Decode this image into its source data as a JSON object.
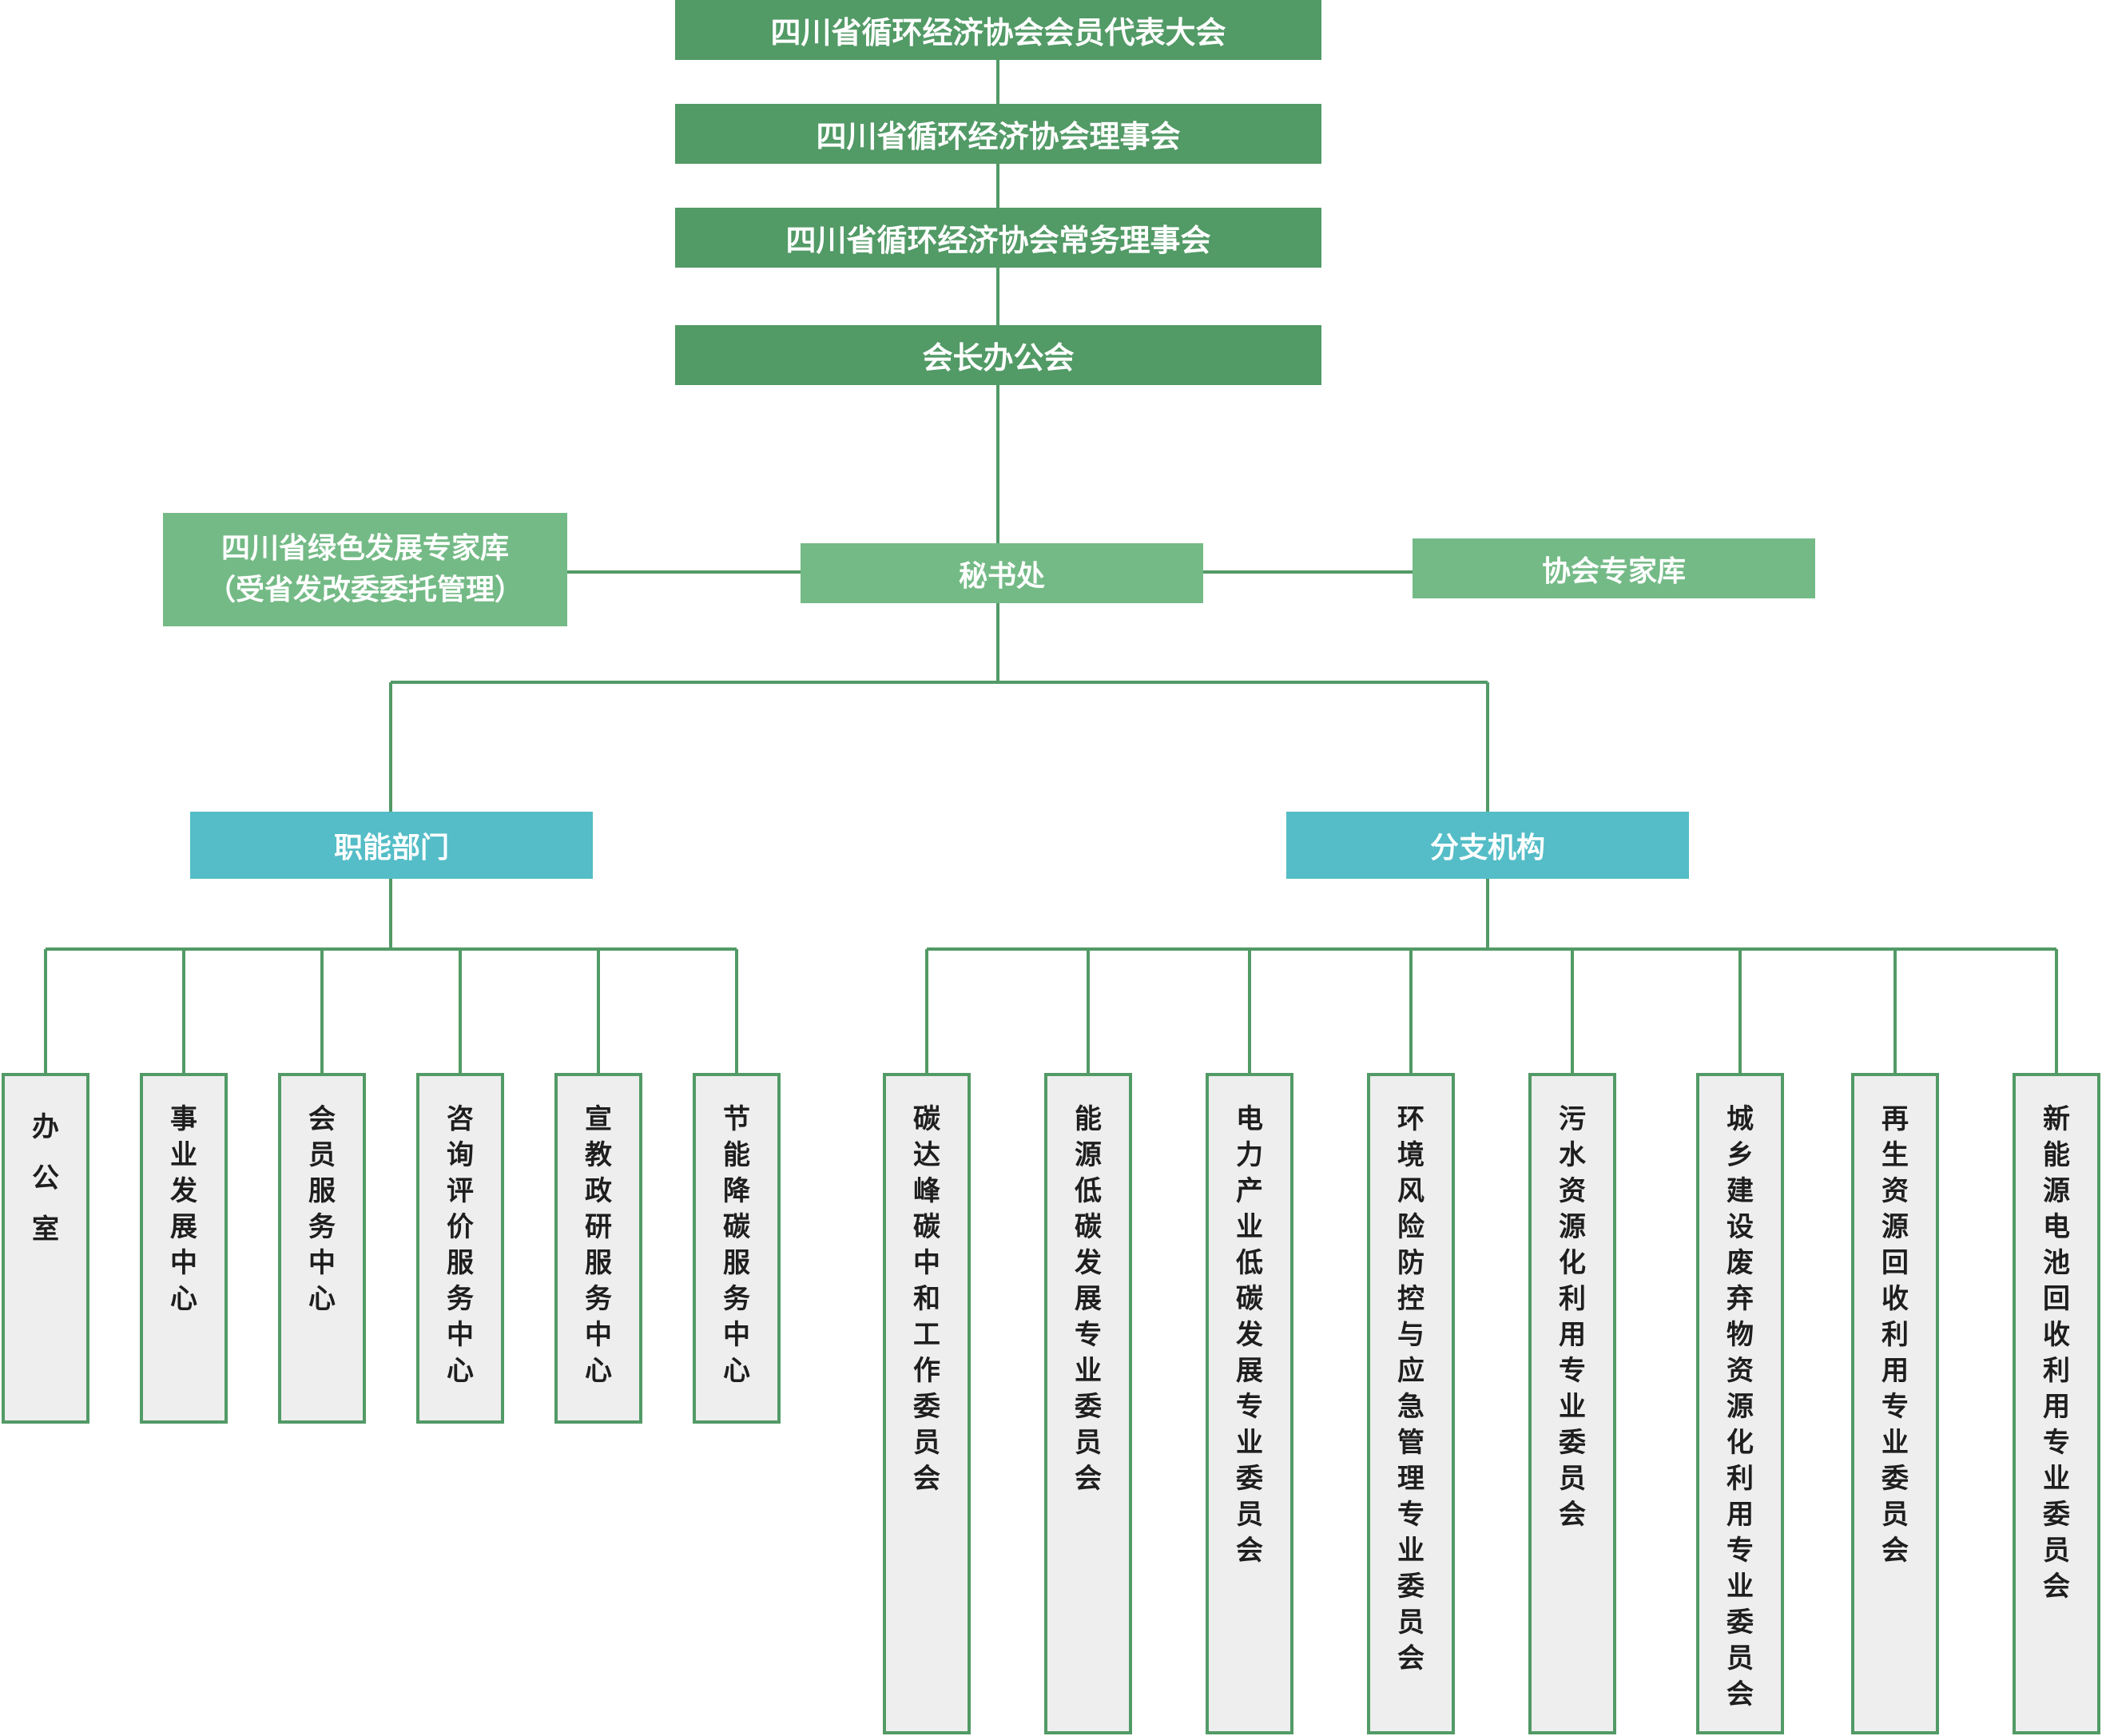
{
  "colors": {
    "dark_green": "#529a66",
    "light_green": "#74ba86",
    "teal": "#54bdc7",
    "leaf_bg": "#eeeeee",
    "line": "#529a66"
  },
  "top_levels": [
    "四川省循环经济协会会员代表大会",
    "四川省循环经济协会理事会",
    "四川省循环经济协会常务理事会",
    "会长办公会"
  ],
  "secretariat": "秘书处",
  "left_expert": {
    "line1": "四川省绿色发展专家库",
    "line2": "（受省发改委委托管理）"
  },
  "right_expert": "协会专家库",
  "functional_dept": {
    "label": "职能部门",
    "items": [
      "办公室",
      "事业发展中心",
      "会员服务中心",
      "咨询评价服务中心",
      "宣教政研服务中心",
      "节能降碳服务中心"
    ]
  },
  "branches": {
    "label": "分支机构",
    "items": [
      "碳达峰碳中和工作委员会",
      "能源低碳发展专业委员会",
      "电力产业低碳发展专业委员会",
      "环境风险防控与应急管理专业委员会",
      "污水资源化利用专业委员会",
      "城乡建设废弃物资源化利用专业委员会",
      "再生资源回收利用专业委员会",
      "新能源电池回收利用专业委员会"
    ]
  }
}
